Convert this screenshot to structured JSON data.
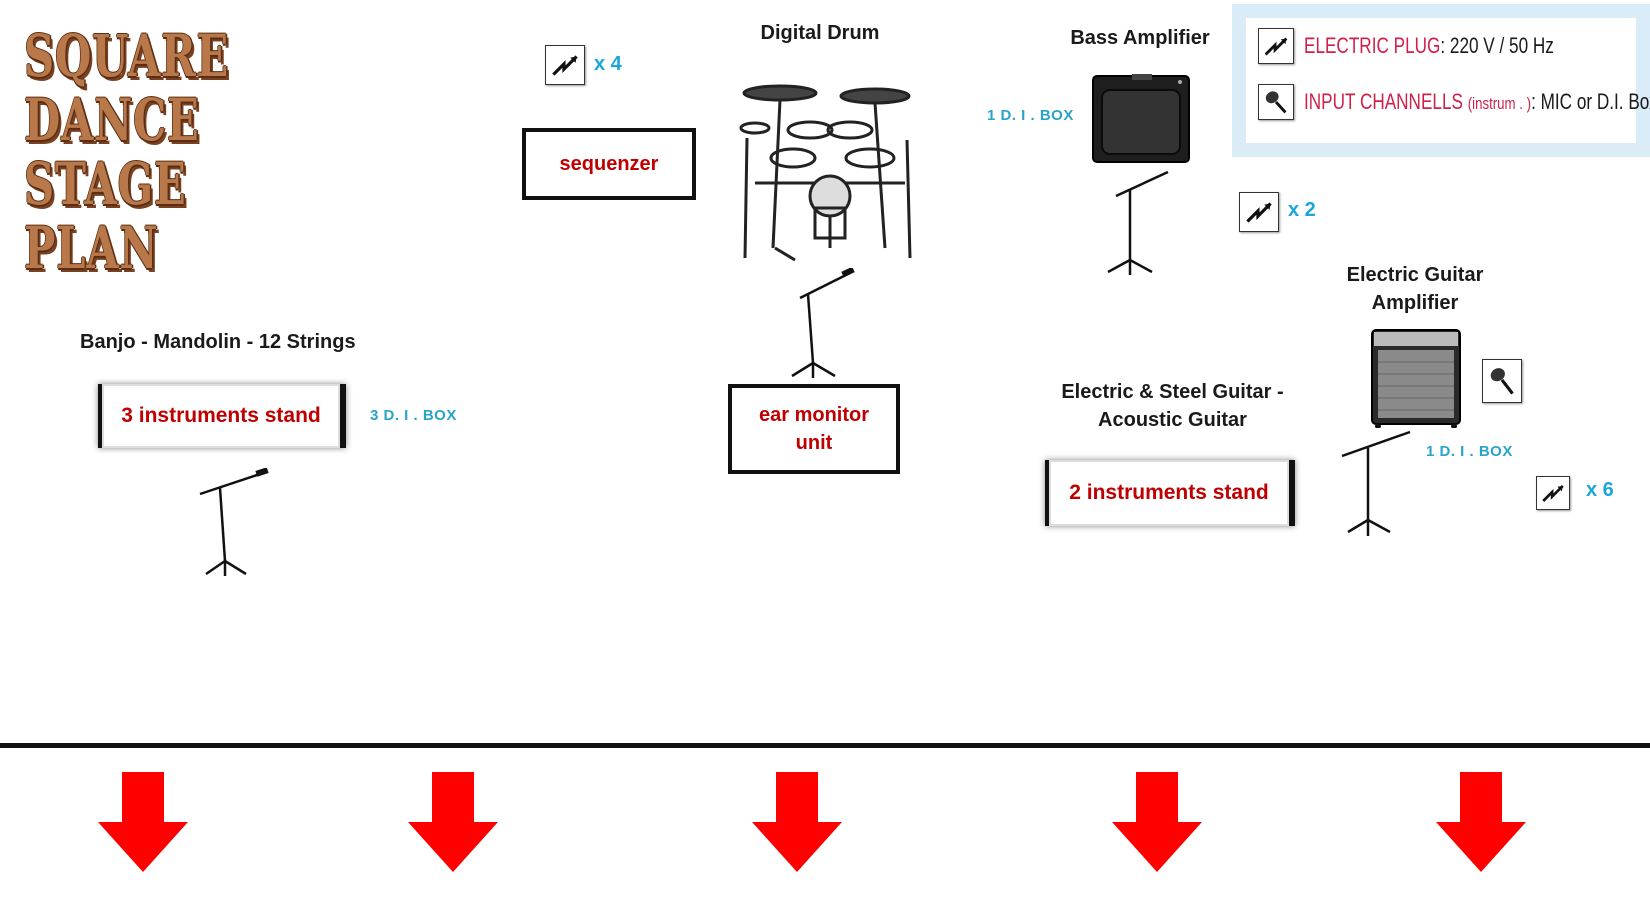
{
  "title": {
    "line1": "SQUARE DANCE",
    "line2": "STAGE PLAN"
  },
  "legend": {
    "plug_label": "ELECTRIC PLUG",
    "plug_value": ": 220 V / 50 Hz",
    "input_label": "INPUT CHANNELLS",
    "input_hint": "(instrum . )",
    "input_value": ": MIC or D.I. Boxes"
  },
  "drum": {
    "label": "Digital Drum",
    "plug_count": "x 4"
  },
  "sequencer": {
    "label": "sequenzer"
  },
  "ear_monitor": {
    "label_line1": "ear monitor",
    "label_line2": "unit"
  },
  "bass": {
    "label": "Bass Amplifier",
    "di": "1 D. I . BOX",
    "plug_count": "x 2"
  },
  "banjo": {
    "label": "Banjo - Mandolin - 12 Strings",
    "stand": "3 instruments stand",
    "di": "3 D. I . BOX"
  },
  "guitar": {
    "label_line1": "Electric & Steel Guitar -",
    "label_line2": "Acoustic Guitar",
    "stand": "2 instruments stand"
  },
  "guitar_amp": {
    "label_line1": "Electric Guitar",
    "label_line2": "Amplifier",
    "di": "1 D. I . BOX",
    "plug_count": "x 6"
  },
  "colors": {
    "accent_red": "#c00000",
    "di_blue": "#2aa3c8",
    "arrow_red": "#ff0000"
  },
  "icons": [
    "plug-icon",
    "microphone-icon",
    "mic-stand-icon",
    "drum-kit-icon",
    "amplifier-icon",
    "audience-arrow-icon"
  ]
}
